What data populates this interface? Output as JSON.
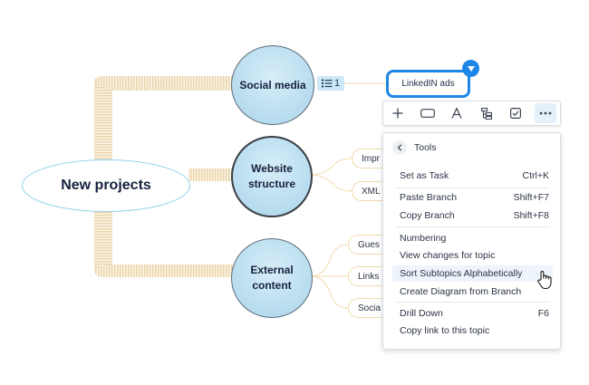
{
  "mindmap": {
    "central": "New projects",
    "topics": [
      {
        "label_lines": [
          "Social media"
        ]
      },
      {
        "label_lines": [
          "Website",
          "structure"
        ]
      },
      {
        "label_lines": [
          "External",
          "content"
        ]
      }
    ],
    "website_subtopics": [
      "Impr",
      "XML"
    ],
    "external_subtopics": [
      "Gues",
      "Links",
      "Socia"
    ],
    "badge_count": "1",
    "linked_topic": "LinkedIN ads"
  },
  "toolbar": {
    "buttons": [
      "plus-icon",
      "shape-icon",
      "text-format-icon",
      "structure-icon",
      "task-icon",
      "more-icon"
    ]
  },
  "context_menu": {
    "header": "Tools",
    "items": [
      {
        "label": "Set as Task",
        "shortcut": "Ctrl+K"
      },
      {
        "label": "Paste Branch",
        "shortcut": "Shift+F7"
      },
      {
        "label": "Copy Branch",
        "shortcut": "Shift+F8"
      },
      {
        "label": "Numbering",
        "shortcut": ""
      },
      {
        "label": "View changes for topic",
        "shortcut": ""
      },
      {
        "label": "Sort Subtopics Alphabetically",
        "shortcut": ""
      },
      {
        "label": "Create Diagram from Branch",
        "shortcut": ""
      },
      {
        "label": "Drill Down",
        "shortcut": "F6"
      },
      {
        "label": "Copy link to this topic",
        "shortcut": ""
      }
    ]
  },
  "colors": {
    "selection": "#1e86e6",
    "topic_fill": "#b7dcee",
    "connector": "#e8d3a8",
    "menu_hover": "#eef4fb"
  }
}
